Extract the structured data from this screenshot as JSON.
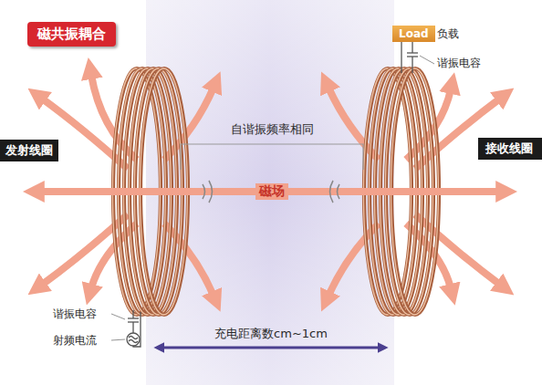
{
  "diagram": {
    "title": "磁共振耦合",
    "nodes": [
      {
        "text": [
          "发射线圈"
        ]
      },
      {
        "text": [
          "Load"
        ]
      },
      {
        "text": [
          "接收线圈"
        ]
      }
    ],
    "labels": [
      "负载",
      "谐振电容",
      "自谐振频率相同",
      "磁场",
      "谐振电容",
      "射频电流",
      "充电距离数cm~1cm"
    ]
  }
}
